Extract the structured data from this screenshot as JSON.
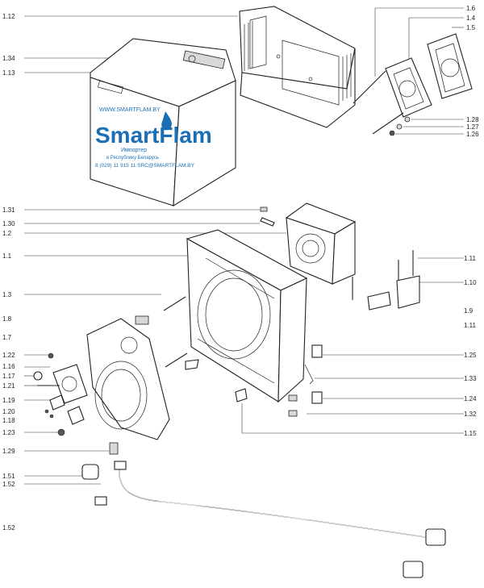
{
  "watermark": {
    "url": "WWW.SMARTFLAM.BY",
    "brand": "SmartFlam",
    "tagline": "Импортер",
    "region": "в Республику Беларусь",
    "contact": "8 (029) 11 915 11  SRC@SMARTFLAM.BY"
  },
  "labels_left": [
    {
      "id": "l112",
      "text": "1.12"
    },
    {
      "id": "l134",
      "text": "1.34"
    },
    {
      "id": "l113",
      "text": "1.13"
    },
    {
      "id": "l131",
      "text": "1.31"
    },
    {
      "id": "l130",
      "text": "1.30"
    },
    {
      "id": "l12",
      "text": "1.2"
    },
    {
      "id": "l11",
      "text": "1.1"
    },
    {
      "id": "l13",
      "text": "1.3"
    },
    {
      "id": "l18",
      "text": "1.8"
    },
    {
      "id": "l17",
      "text": "1.7"
    },
    {
      "id": "l122",
      "text": "1.22"
    },
    {
      "id": "l116",
      "text": "1.16"
    },
    {
      "id": "l117",
      "text": "1.17"
    },
    {
      "id": "l121",
      "text": "1.21"
    },
    {
      "id": "l119",
      "text": "1.19"
    },
    {
      "id": "l120",
      "text": "1.20"
    },
    {
      "id": "l118",
      "text": "1.18"
    },
    {
      "id": "l123",
      "text": "1.23"
    },
    {
      "id": "l129",
      "text": "1.29"
    },
    {
      "id": "l151",
      "text": "1.51"
    },
    {
      "id": "l152a",
      "text": "1.52"
    },
    {
      "id": "l152b",
      "text": "1.52"
    }
  ],
  "labels_right": [
    {
      "id": "r16",
      "text": "1.6"
    },
    {
      "id": "r14",
      "text": "1.4"
    },
    {
      "id": "r15",
      "text": "1.5"
    },
    {
      "id": "r128",
      "text": "1.28"
    },
    {
      "id": "r127",
      "text": "1.27"
    },
    {
      "id": "r126",
      "text": "1.26"
    },
    {
      "id": "r111a",
      "text": "1.11"
    },
    {
      "id": "r110",
      "text": "1.10"
    },
    {
      "id": "r19",
      "text": "1.9"
    },
    {
      "id": "r111b",
      "text": "1.11"
    },
    {
      "id": "r125",
      "text": "1.25"
    },
    {
      "id": "r133",
      "text": "1.33"
    },
    {
      "id": "r124",
      "text": "1.24"
    },
    {
      "id": "r132",
      "text": "1.32"
    },
    {
      "id": "r115",
      "text": "1.15"
    }
  ]
}
